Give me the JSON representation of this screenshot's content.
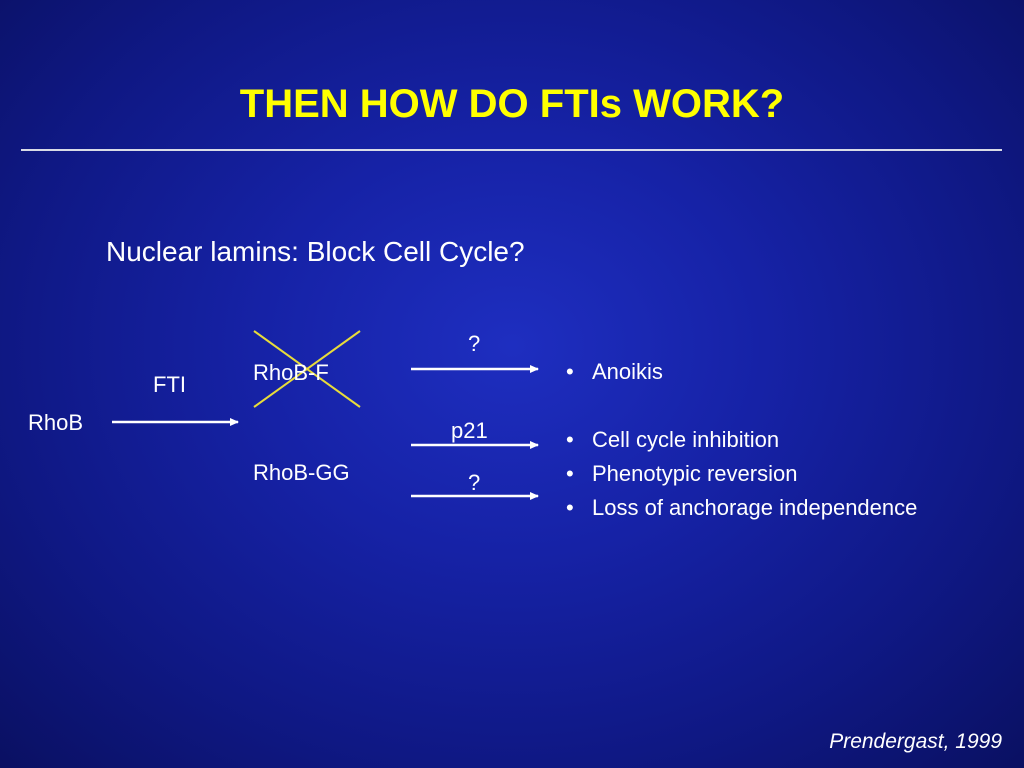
{
  "slide": {
    "title": "THEN HOW DO FTIs WORK?",
    "subtitle": "Nuclear lamins: Block Cell Cycle?",
    "citation": "Prendergast, 1999"
  },
  "diagram": {
    "source": "RhoB",
    "treatment": "FTI",
    "product_farnesylated": "RhoB-F",
    "product_geranylgeranylated": "RhoB-GG",
    "arrow_label_top": "?",
    "arrow_label_mid": "p21",
    "arrow_label_bottom": "?",
    "outcomes": {
      "top": [
        "Anoikis"
      ],
      "bottom": [
        "Cell cycle inhibition",
        "Phenotypic reversion",
        "Loss of anchorage independence"
      ]
    },
    "bullet_symbol": "•",
    "colors": {
      "background": "#1622a6",
      "title": "#ffff00",
      "cross": "#e8dc3a",
      "text": "#ffffff"
    }
  }
}
